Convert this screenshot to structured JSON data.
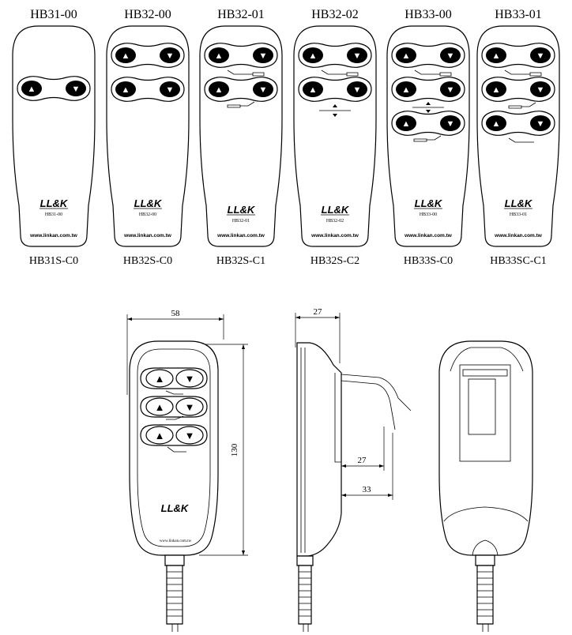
{
  "models": [
    {
      "top": "HB31-00",
      "bottom": "HB31S-C0",
      "code": "HB31-00"
    },
    {
      "top": "HB32-00",
      "bottom": "HB32S-C0",
      "code": "HB32-00"
    },
    {
      "top": "HB32-01",
      "bottom": "HB32S-C1",
      "code": "HB32-01"
    },
    {
      "top": "HB32-02",
      "bottom": "HB32S-C2",
      "code": "HB32-02"
    },
    {
      "top": "HB33-00",
      "bottom": "HB33S-C0",
      "code": "HB33-00"
    },
    {
      "top": "HB33-01",
      "bottom": "HB33SC-C1",
      "code": "HB33-01"
    }
  ],
  "brand": "LL&K",
  "website": "www.linkan.com.tw",
  "dimensions": {
    "width": "58",
    "height": "130",
    "depth": "27",
    "inner_depth": "27",
    "cable_depth": "33"
  },
  "button_symbols": {
    "up": "▲",
    "down": "▼"
  }
}
